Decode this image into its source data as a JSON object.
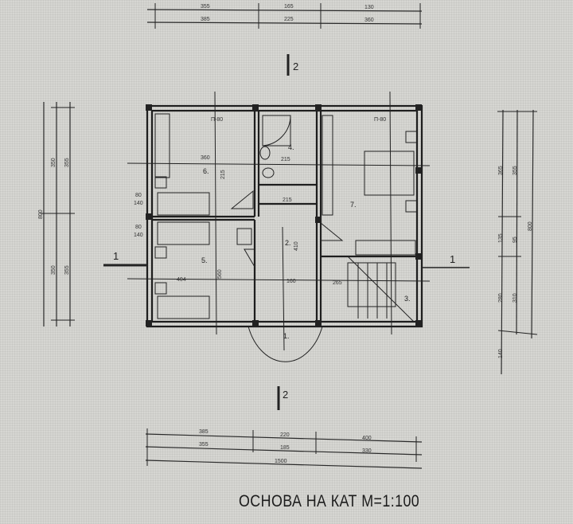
{
  "title": "ОСНОВА НА КАТ М=1:100",
  "section_markers": {
    "a": "1",
    "b": "2"
  },
  "dimensions": {
    "top_row1": [
      "355",
      "165",
      "130"
    ],
    "top_row2": [
      "385",
      "225",
      "360"
    ],
    "bottom_row1": [
      "385",
      "220",
      "400"
    ],
    "bottom_row2": [
      "355",
      "185",
      "330"
    ],
    "bottom_total": "1500",
    "left_total": "800",
    "left_row": [
      "350",
      "350"
    ],
    "left_row2": [
      "355",
      "355"
    ],
    "right_row1": [
      "365",
      "135",
      "280",
      "140"
    ],
    "right_row2": [
      "355",
      "95",
      "310"
    ],
    "right_total": "800"
  },
  "rooms": [
    "1.",
    "2.",
    "3.",
    "4.",
    "5.",
    "6.",
    "7."
  ],
  "inner_dims": [
    "360",
    "215",
    "215",
    "404",
    "160",
    "265",
    "410",
    "560",
    "215",
    "П-80",
    "П-80",
    "80",
    "140",
    "80",
    "140"
  ]
}
